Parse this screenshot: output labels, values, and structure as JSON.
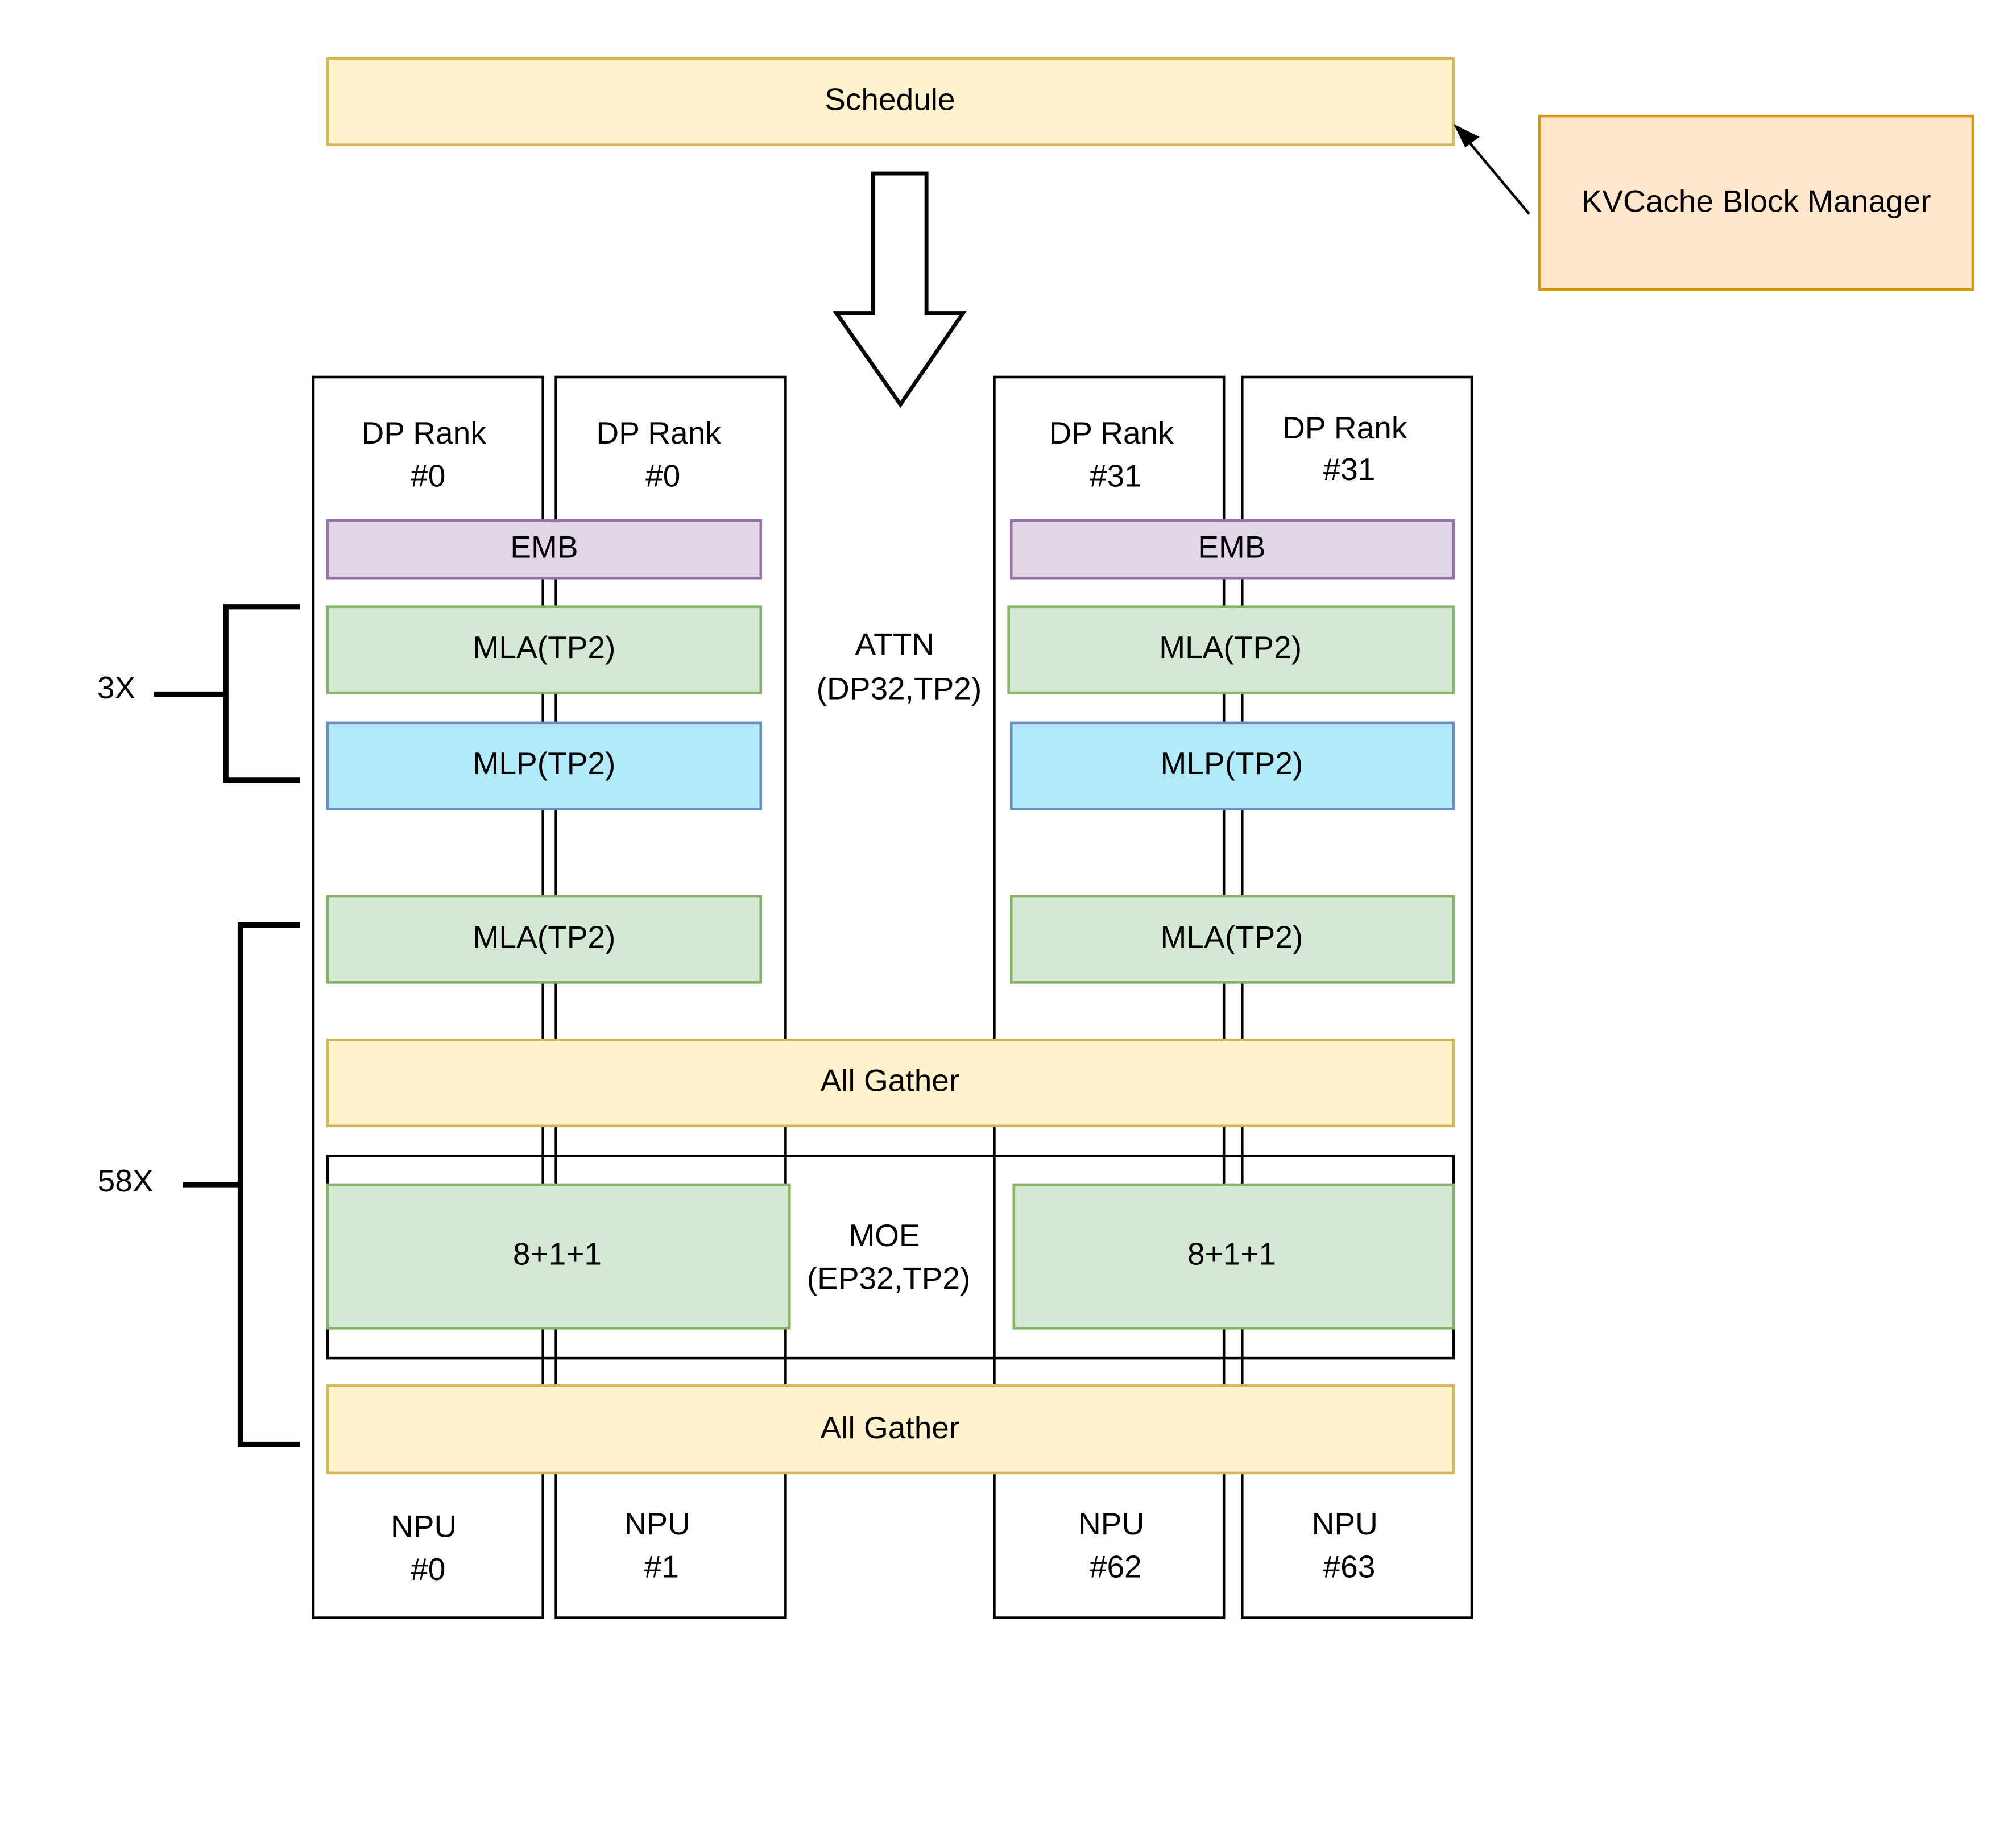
{
  "colors": {
    "yellow_fill": "#fff2cc",
    "yellow_stroke": "#d6b656",
    "orange_fill": "#ffe6cc",
    "orange_stroke": "#d79b00",
    "purple_fill": "#e1d5e7",
    "purple_stroke": "#9673a6",
    "green_fill": "#d5e8d4",
    "green_stroke": "#82b366",
    "blue_fill": "#b1ebfa",
    "blue_stroke": "#6c8ebf",
    "line": "#000000"
  },
  "top": {
    "schedule": "Schedule",
    "kvcache": "KVCache Block Manager"
  },
  "columns": {
    "c0": {
      "rank_line1": "DP Rank",
      "rank_line2": "#0",
      "npu_line1": "NPU",
      "npu_line2": "#0"
    },
    "c1": {
      "rank_line1": "DP Rank",
      "rank_line2": "#0",
      "npu_line1": "NPU",
      "npu_line2": "#1"
    },
    "c2": {
      "rank_line1": "DP Rank",
      "rank_line2": "#31",
      "npu_line1": "NPU",
      "npu_line2": "#62"
    },
    "c3": {
      "rank_line1": "DP Rank",
      "rank_line2": "#31",
      "npu_line1": "NPU",
      "npu_line2": "#63"
    }
  },
  "blocks": {
    "emb": "EMB",
    "mla": "MLA(TP2)",
    "mlp": "MLP(TP2)",
    "all_gather": "All Gather",
    "experts": "8+1+1"
  },
  "center": {
    "attn_line1": "ATTN",
    "attn_line2": "(DP32,TP2)",
    "moe_line1": "MOE",
    "moe_line2": "(EP32,TP2)"
  },
  "repeats": {
    "dense": "3X",
    "moe": "58X"
  }
}
